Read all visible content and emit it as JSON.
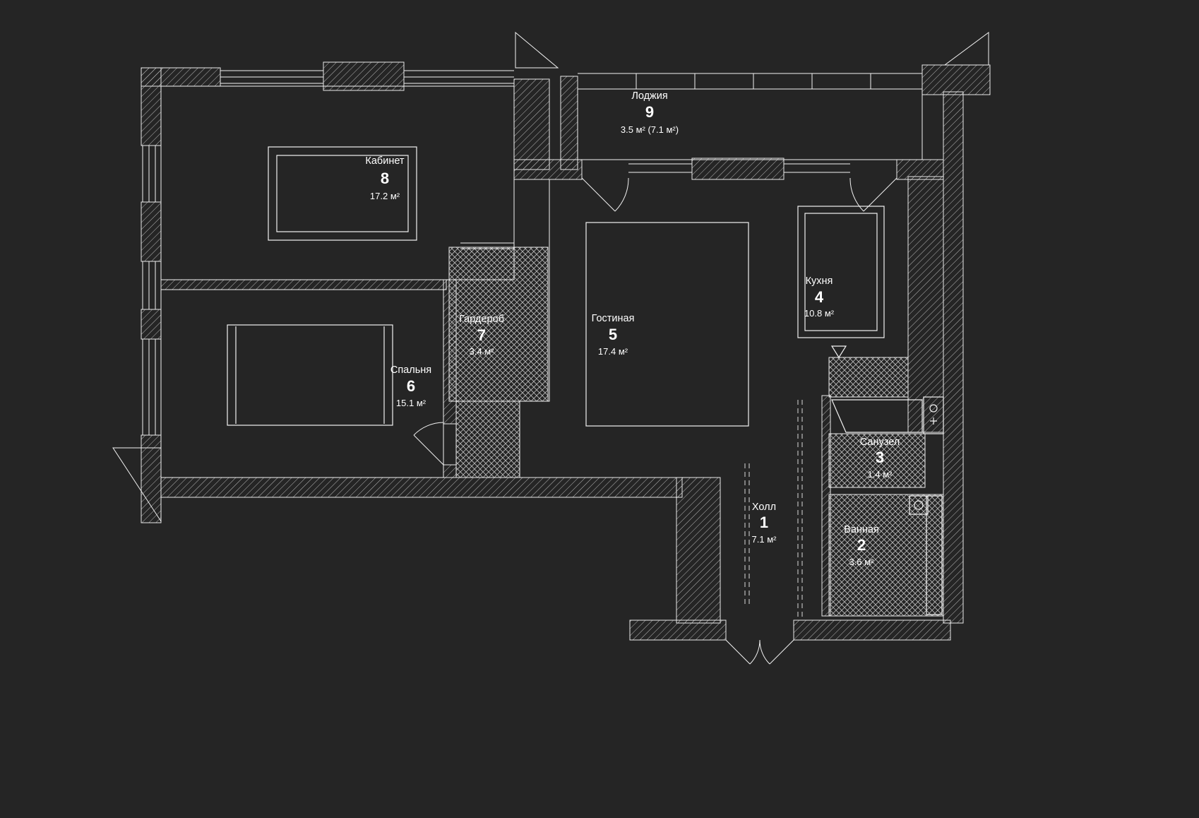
{
  "colors": {
    "background": "#252525",
    "line": "#ffffff"
  },
  "rooms": [
    {
      "id": "hall",
      "name": "Холл",
      "number": "1",
      "area": "7.1 м²"
    },
    {
      "id": "bathroom",
      "name": "Ванная",
      "number": "2",
      "area": "3.6 м²"
    },
    {
      "id": "wc",
      "name": "Санузел",
      "number": "3",
      "area": "1.4 м²"
    },
    {
      "id": "kitchen",
      "name": "Кухня",
      "number": "4",
      "area": "10.8 м²"
    },
    {
      "id": "living",
      "name": "Гостиная",
      "number": "5",
      "area": "17.4 м²"
    },
    {
      "id": "bedroom",
      "name": "Спальня",
      "number": "6",
      "area": "15.1 м²"
    },
    {
      "id": "wardrobe",
      "name": "Гардероб",
      "number": "7",
      "area": "3.4 м²"
    },
    {
      "id": "office",
      "name": "Кабинет",
      "number": "8",
      "area": "17.2 м²"
    },
    {
      "id": "loggia",
      "name": "Лоджия",
      "number": "9",
      "area": "3.5 м² (7.1 м²)"
    }
  ]
}
